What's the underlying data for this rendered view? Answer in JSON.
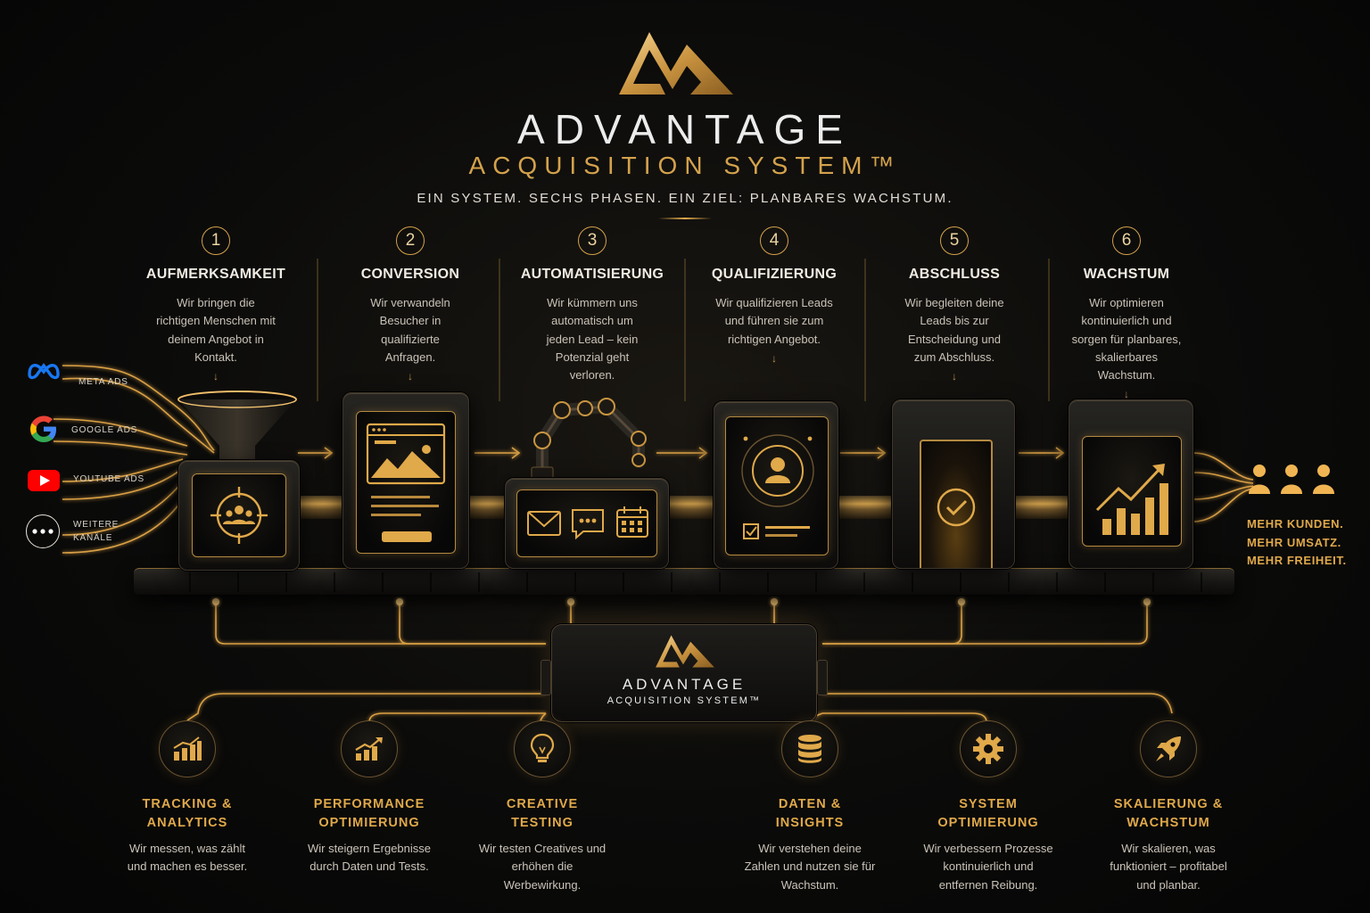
{
  "header": {
    "title": "ADVANTAGE",
    "subtitle": "ACQUISITION SYSTEM™",
    "tagline": "EIN SYSTEM. SECHS PHASEN. EIN ZIEL: PLANBARES WACHSTUM."
  },
  "phases": [
    {
      "number": "1",
      "title": "AUFMERKSAMKEIT",
      "description": "Wir bringen die richtigen Menschen mit deinem Angebot in Kontakt.",
      "icon": "target-people-icon"
    },
    {
      "number": "2",
      "title": "CONVERSION",
      "description": "Wir verwandeln Besucher in qualifizierte Anfragen.",
      "icon": "landing-page-icon"
    },
    {
      "number": "3",
      "title": "AUTOMATISIERUNG",
      "description": "Wir kümmern uns automatisch um jeden Lead – kein Potenzial geht verloren.",
      "icon": "robot-arm-icon"
    },
    {
      "number": "4",
      "title": "QUALIFIZIERUNG",
      "description": "Wir qualifizieren Leads und führen sie zum richtigen Angebot.",
      "icon": "lead-profile-icon"
    },
    {
      "number": "5",
      "title": "ABSCHLUSS",
      "description": "Wir begleiten deine Leads bis zur Entscheidung und zum Abschluss.",
      "icon": "check-door-icon"
    },
    {
      "number": "6",
      "title": "WACHSTUM",
      "description": "Wir optimieren kontinuierlich und sorgen für planbares, skalierbares Wachstum.",
      "icon": "growth-chart-icon"
    }
  ],
  "channels": [
    {
      "label": "META ADS",
      "icon": "meta-icon"
    },
    {
      "label": "GOOGLE ADS",
      "icon": "google-icon"
    },
    {
      "label": "YOUTUBE ADS",
      "icon": "youtube-icon"
    },
    {
      "label_line1": "WEITERE",
      "label_line2": "KANÄLE",
      "icon": "more-dots-icon"
    }
  ],
  "outcome": {
    "line1": "MEHR KUNDEN.",
    "line2": "MEHR UMSATZ.",
    "line3": "MEHR FREIHEIT."
  },
  "hub": {
    "title": "ADVANTAGE",
    "subtitle": "ACQUISITION SYSTEM™"
  },
  "services": [
    {
      "title_line1": "TRACKING &",
      "title_line2": "ANALYTICS",
      "description": "Wir messen, was zählt und machen es besser.",
      "icon": "bar-chart-icon"
    },
    {
      "title_line1": "PERFORMANCE",
      "title_line2": "OPTIMIERUNG",
      "description": "Wir steigern Ergebnisse durch Daten und Tests.",
      "icon": "trend-chart-icon"
    },
    {
      "title_line1": "CREATIVE",
      "title_line2": "TESTING",
      "description": "Wir testen Creatives und erhöhen die Werbewirkung.",
      "icon": "lightbulb-icon"
    },
    {
      "title_line1": "DATEN &",
      "title_line2": "INSIGHTS",
      "description": "Wir verstehen deine Zahlen und nutzen sie für Wachstum.",
      "icon": "database-icon"
    },
    {
      "title_line1": "SYSTEM",
      "title_line2": "OPTIMIERUNG",
      "description": "Wir verbessern Prozesse kontinuierlich und entfernen Reibung.",
      "icon": "gear-icon"
    },
    {
      "title_line1": "SKALIERUNG &",
      "title_line2": "WACHSTUM",
      "description": "Wir skalieren, was funktioniert – profitabel und planbar.",
      "icon": "rocket-icon"
    }
  ],
  "colors": {
    "gold": "#e0a94a",
    "background": "#070707",
    "text": "#e9e4da"
  }
}
